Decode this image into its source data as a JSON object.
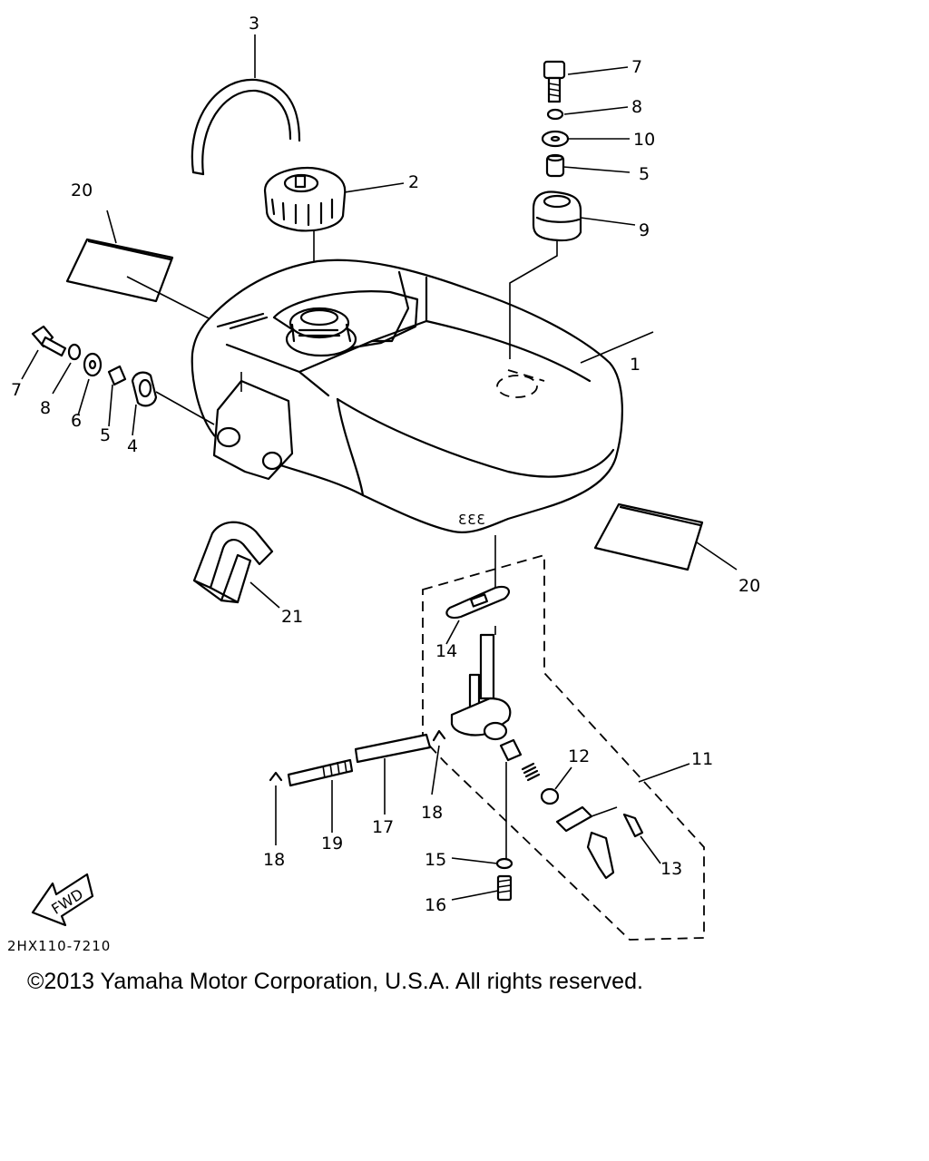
{
  "diagram": {
    "part_labels": {
      "p1": "1",
      "p2": "2",
      "p3": "3",
      "p4": "4",
      "p5a": "5",
      "p5b": "5",
      "p6": "6",
      "p7a": "7",
      "p7b": "7",
      "p8a": "8",
      "p8b": "8",
      "p9": "9",
      "p10": "10",
      "p11": "11",
      "p12": "12",
      "p13": "13",
      "p14": "14",
      "p15": "15",
      "p16": "16",
      "p17": "17",
      "p18a": "18",
      "p18b": "18",
      "p19": "19",
      "p20a": "20",
      "p20b": "20",
      "p21": "21"
    },
    "fwd_label": "FWD",
    "drawing_code": "2HX110-7210",
    "tank_stamp": "ƐƐƐ"
  },
  "copyright": "©2013 Yamaha Motor Corporation, U.S.A. All rights reserved."
}
